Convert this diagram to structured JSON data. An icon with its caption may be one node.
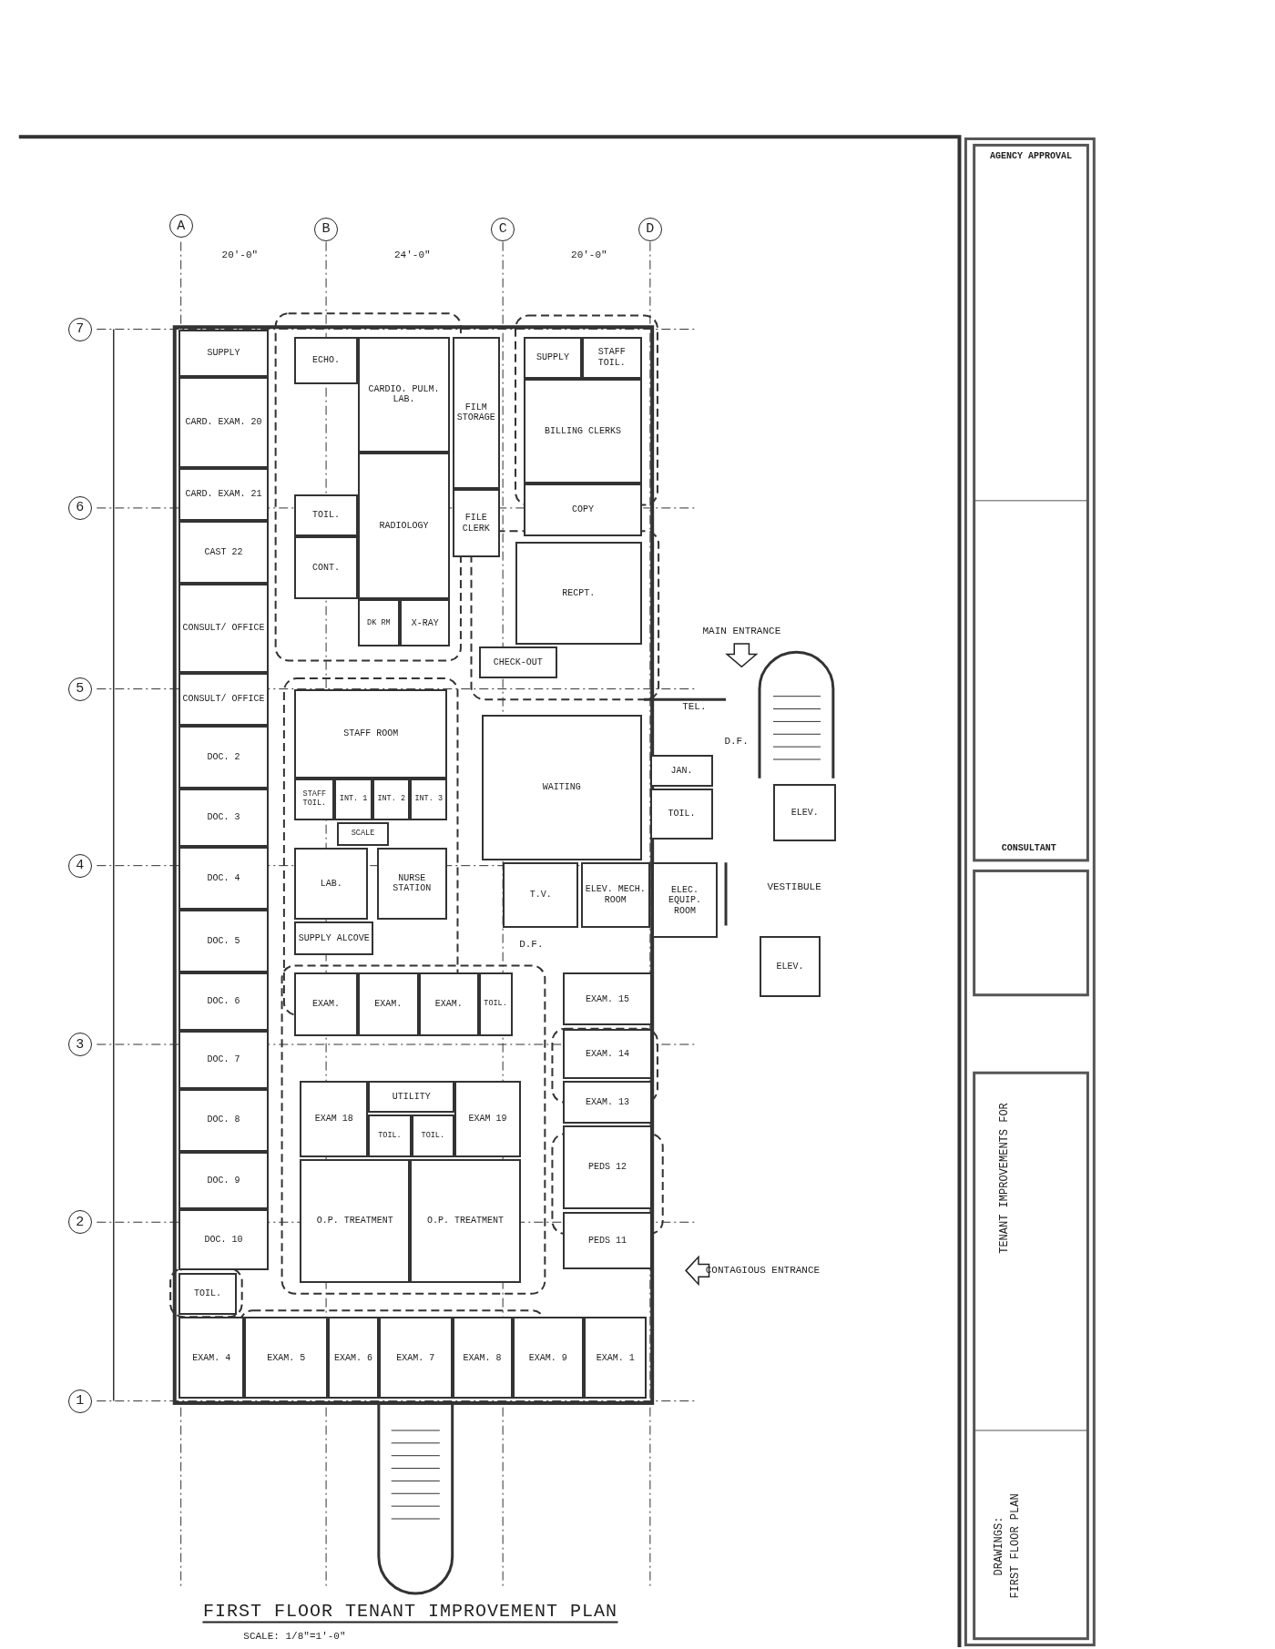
{
  "diagram": {
    "title": "FIRST FLOOR TENANT IMPROVEMENT PLAN",
    "nodes": [
      {
        "text": [
          "SUPPLY"
        ]
      },
      {
        "text": [
          "CARD. EXAM. 20"
        ]
      },
      {
        "text": [
          "CARD. EXAM. 21"
        ]
      },
      {
        "text": [
          "CAST 22"
        ]
      },
      {
        "text": [
          "CONSULT/ OFFICE"
        ]
      },
      {
        "text": [
          "CONSULT/ OFFICE"
        ]
      },
      {
        "text": [
          "DOC. 2"
        ]
      },
      {
        "text": [
          "DOC. 3"
        ]
      },
      {
        "text": [
          "DOC. 4"
        ]
      },
      {
        "text": [
          "DOC. 5"
        ]
      },
      {
        "text": [
          "DOC. 6"
        ]
      },
      {
        "text": [
          "DOC. 7"
        ]
      },
      {
        "text": [
          "DOC. 8"
        ]
      },
      {
        "text": [
          "DOC. 9"
        ]
      },
      {
        "text": [
          "DOC. 10"
        ]
      },
      {
        "text": [
          "TOIL."
        ]
      },
      {
        "text": [
          "ECHO."
        ]
      },
      {
        "text": [
          "CARDIO. PULM. LAB."
        ]
      },
      {
        "text": [
          "TOIL."
        ]
      },
      {
        "text": [
          "CONT."
        ]
      },
      {
        "text": [
          "RADIOLOGY"
        ]
      },
      {
        "text": [
          "DK RM"
        ]
      },
      {
        "text": [
          "X-RAY"
        ]
      },
      {
        "text": [
          "FILM STORAGE"
        ]
      },
      {
        "text": [
          "FILE CLERK"
        ]
      },
      {
        "text": [
          "SUPPLY"
        ]
      },
      {
        "text": [
          "STAFF TOIL."
        ]
      },
      {
        "text": [
          "BILLING CLERKS"
        ]
      },
      {
        "text": [
          "COPY"
        ]
      },
      {
        "text": [
          "RECPT."
        ]
      },
      {
        "text": [
          "CHECK-OUT"
        ]
      },
      {
        "text": [
          "STAFF ROOM"
        ]
      },
      {
        "text": [
          "STAFF TOIL."
        ]
      },
      {
        "text": [
          "INT. 1"
        ]
      },
      {
        "text": [
          "INT. 2"
        ]
      },
      {
        "text": [
          "INT. 3"
        ]
      },
      {
        "text": [
          "SCALE"
        ]
      },
      {
        "text": [
          "LAB."
        ]
      },
      {
        "text": [
          "NURSE STATION"
        ]
      },
      {
        "text": [
          "SUPPLY ALCOVE"
        ]
      },
      {
        "text": [
          "EXAM."
        ]
      },
      {
        "text": [
          "EXAM."
        ]
      },
      {
        "text": [
          "EXAM."
        ]
      },
      {
        "text": [
          "TOIL."
        ]
      },
      {
        "text": [
          "WAITING"
        ]
      },
      {
        "text": [
          "T.V."
        ]
      },
      {
        "text": [
          "ELEV. MECH. ROOM"
        ]
      },
      {
        "text": [
          "ELEC. EQUIP. ROOM"
        ]
      },
      {
        "text": [
          "JAN."
        ]
      },
      {
        "text": [
          "TOIL."
        ]
      },
      {
        "text": [
          "ELEV."
        ]
      },
      {
        "text": [
          "ELEV."
        ]
      },
      {
        "text": [
          "EXAM. 15"
        ]
      },
      {
        "text": [
          "EXAM. 14"
        ]
      },
      {
        "text": [
          "EXAM. 13"
        ]
      },
      {
        "text": [
          "PEDS 12"
        ]
      },
      {
        "text": [
          "PEDS 11"
        ]
      },
      {
        "text": [
          "EXAM 18"
        ]
      },
      {
        "text": [
          "UTILITY"
        ]
      },
      {
        "text": [
          "TOIL."
        ]
      },
      {
        "text": [
          "TOIL."
        ]
      },
      {
        "text": [
          "EXAM 19"
        ]
      },
      {
        "text": [
          "O.P. TREATMENT"
        ]
      },
      {
        "text": [
          "O.P. TREATMENT"
        ]
      },
      {
        "text": [
          "EXAM. 4"
        ]
      },
      {
        "text": [
          "EXAM. 5"
        ]
      },
      {
        "text": [
          "EXAM. 6"
        ]
      },
      {
        "text": [
          "EXAM. 7"
        ]
      },
      {
        "text": [
          "EXAM. 8"
        ]
      },
      {
        "text": [
          "EXAM. 9"
        ]
      },
      {
        "text": [
          "EXAM. 1"
        ]
      }
    ],
    "labels": [
      "A",
      "B",
      "C",
      "D",
      "20'-0\"",
      "24'-0\"",
      "20'-0\"",
      "7",
      "6",
      "5",
      "4",
      "3",
      "2",
      "1",
      "MAIN ENTRANCE",
      "TEL.",
      "D.F.",
      "VESTIBULE",
      "D.F.",
      "CONTAGIOUS ENTRANCE",
      "SCALE: 1/8\"=1'-0\"",
      "AGENCY APPROVAL",
      "CONSULTANT",
      "TENANT IMPROVEMENTS FOR",
      "DRAWINGS:",
      "FIRST FLOOR PLAN"
    ]
  }
}
